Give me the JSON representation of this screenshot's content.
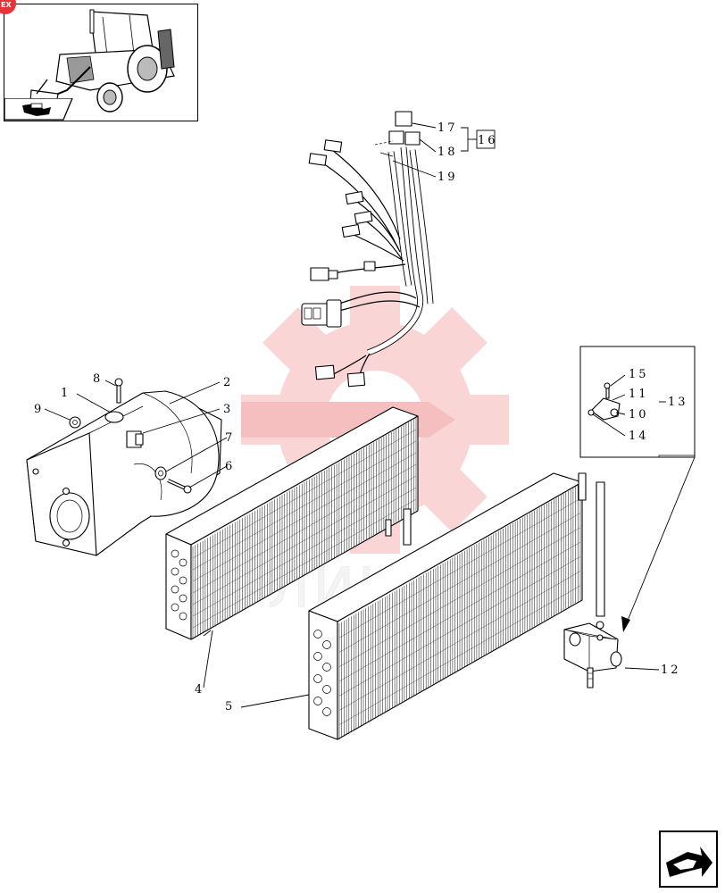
{
  "callouts": [
    {
      "id": "c1",
      "text": "1"
    },
    {
      "id": "c2",
      "text": "2"
    },
    {
      "id": "c3",
      "text": "3"
    },
    {
      "id": "c4",
      "text": "4"
    },
    {
      "id": "c5",
      "text": "5"
    },
    {
      "id": "c6",
      "text": "6"
    },
    {
      "id": "c7",
      "text": "7"
    },
    {
      "id": "c8",
      "text": "8"
    },
    {
      "id": "c9",
      "text": "9"
    },
    {
      "id": "c10",
      "text": "10"
    },
    {
      "id": "c11",
      "text": "11"
    },
    {
      "id": "c12",
      "text": "12"
    },
    {
      "id": "c13",
      "text": "13"
    },
    {
      "id": "c14",
      "text": "14"
    },
    {
      "id": "c15",
      "text": "15"
    },
    {
      "id": "c16",
      "text": "16"
    },
    {
      "id": "c17",
      "text": "17"
    },
    {
      "id": "c18",
      "text": "18"
    },
    {
      "id": "c19",
      "text": "19"
    }
  ],
  "watermark": {
    "text": "ЛИНТЕХ",
    "color": "#f29a9a"
  },
  "corner_badge": {
    "text": "EX",
    "color": "#e8333a"
  },
  "icons": {
    "thumbnail": "backhoe-loader-icon",
    "section": "cab-section-icon",
    "next": "next-page-arrow-icon"
  }
}
